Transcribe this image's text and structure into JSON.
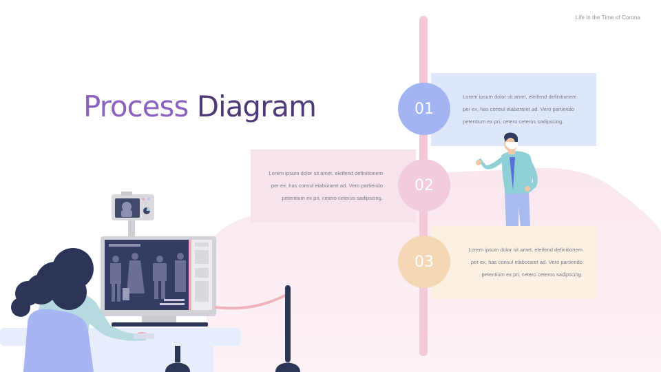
{
  "header": {
    "corner_label": "Life in the Time of Corona"
  },
  "title": {
    "word1": "Process",
    "word2": "Diagram"
  },
  "steps": [
    {
      "number": "01",
      "lines": [
        "Lorem ipsum dolor sit amet, eleifend definitionem",
        "per ex, has consul elaboraret ad. Vero partiendo",
        "petentium ex pri, cetero ceteros sadipscing."
      ]
    },
    {
      "number": "02",
      "lines": [
        "Lorem ipsum dolor sit amet, eleifend definitionem",
        "per ex, has consul elaboraret ad. Vero partiendo",
        "petentium ex pri, cetero ceteros sadipscing."
      ]
    },
    {
      "number": "03",
      "lines": [
        "Lorem ipsum dolor sit amet, eleifend definitionem",
        "per ex, has consul elaboraret ad. Vero partiendo",
        "petentium ex pri, cetero ceteros sadipscing."
      ]
    }
  ],
  "colors": {
    "step1": "#a3b4f2",
    "step2": "#f2cbdc",
    "step3": "#f4d7b5",
    "title_light": "#8b62bd",
    "title_dark": "#4e3a78",
    "timeline": "#f3c9da"
  }
}
